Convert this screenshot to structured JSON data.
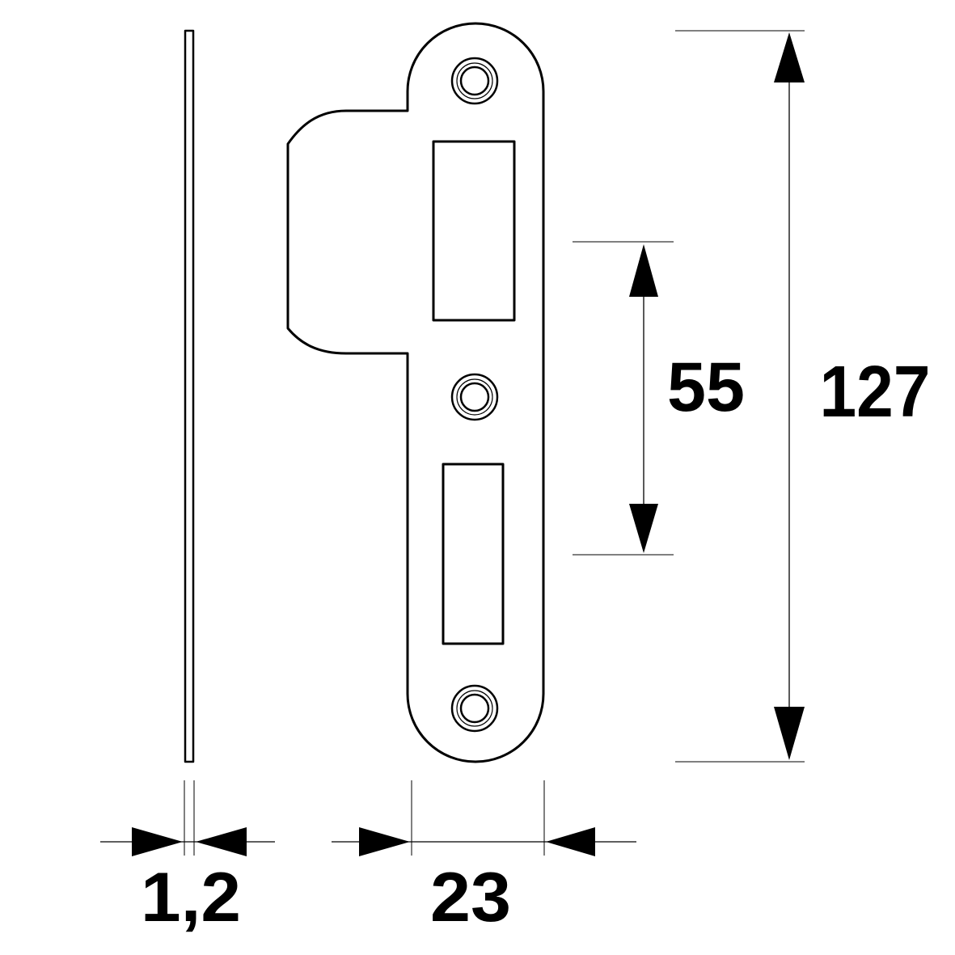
{
  "dimensions": {
    "thickness": "1,2",
    "width": "23",
    "hole_spacing": "55",
    "height": "127"
  }
}
